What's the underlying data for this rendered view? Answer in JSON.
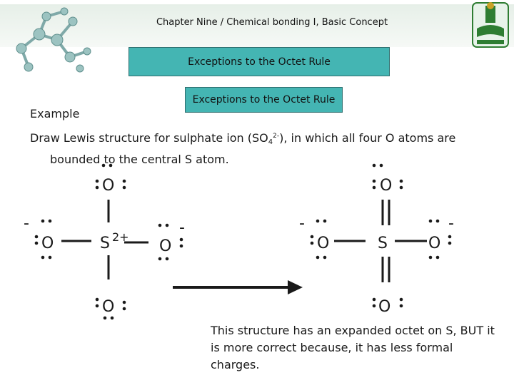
{
  "header": {
    "chapter_title": "Chapter Nine / Chemical bonding I, Basic Concept"
  },
  "title_box": {
    "label": "Exceptions to the Octet Rule"
  },
  "subtitle_box": {
    "label": "Exceptions to the Octet Rule"
  },
  "example": {
    "label": "Example"
  },
  "problem": {
    "line1_pre": "Draw Lewis structure for sulphate ion (SO",
    "line1_sub": "4",
    "line1_sup": "2-",
    "line1_post": "), in which all four O atoms are",
    "line2": "bounded to the central S atom."
  },
  "left_structure": {
    "top_atom": "O",
    "left_atom": "O",
    "center_atom": "S",
    "center_charge": "2+",
    "right_atom": "O",
    "bottom_atom": "O",
    "minus": "-"
  },
  "right_structure": {
    "top_atom": "O",
    "left_atom": "O",
    "center_atom": "S",
    "right_atom": "O",
    "bottom_atom": "O",
    "minus": "-"
  },
  "note": {
    "text": "This structure has an expanded octet on S, BUT it is more correct because, it has less formal charges."
  },
  "colors": {
    "header_band": "#e6efe8",
    "box_fill": "#44b5b3",
    "box_border": "#2f6e6e",
    "logo_green": "#2e7d32"
  },
  "icons": {
    "left": "molecule-model-icon",
    "right": "university-logo-icon"
  }
}
